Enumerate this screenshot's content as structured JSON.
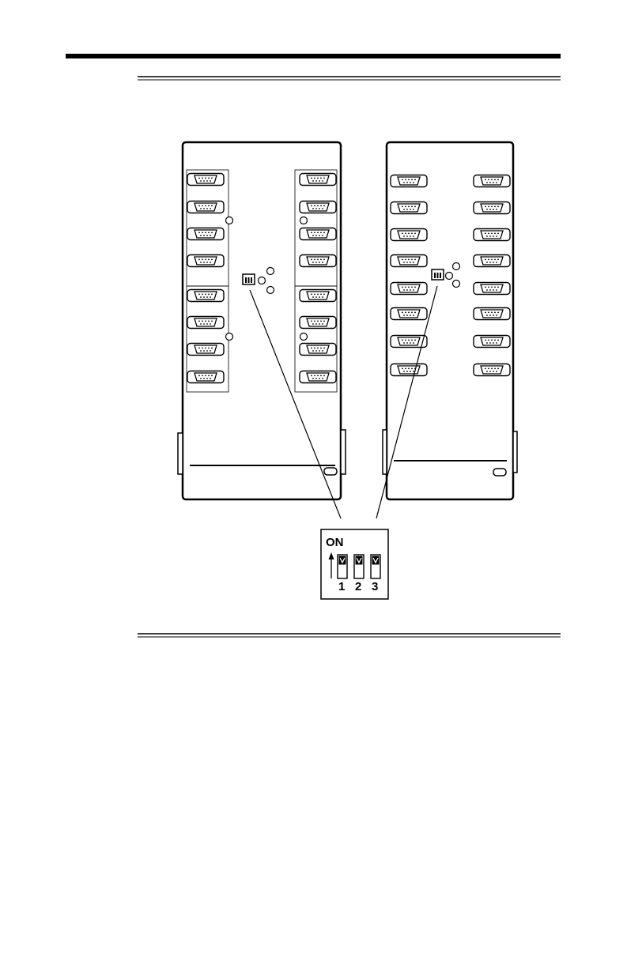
{
  "dip_switch": {
    "on_label": "ON",
    "switch_numbers": [
      "1",
      "2",
      "3"
    ]
  },
  "units": [
    {
      "name": "left-unit",
      "port_count": 16,
      "led_count": 7
    },
    {
      "name": "right-unit",
      "port_count": 16,
      "led_count": 3
    }
  ],
  "colors": {
    "ink": "#000000",
    "paper": "#ffffff"
  }
}
